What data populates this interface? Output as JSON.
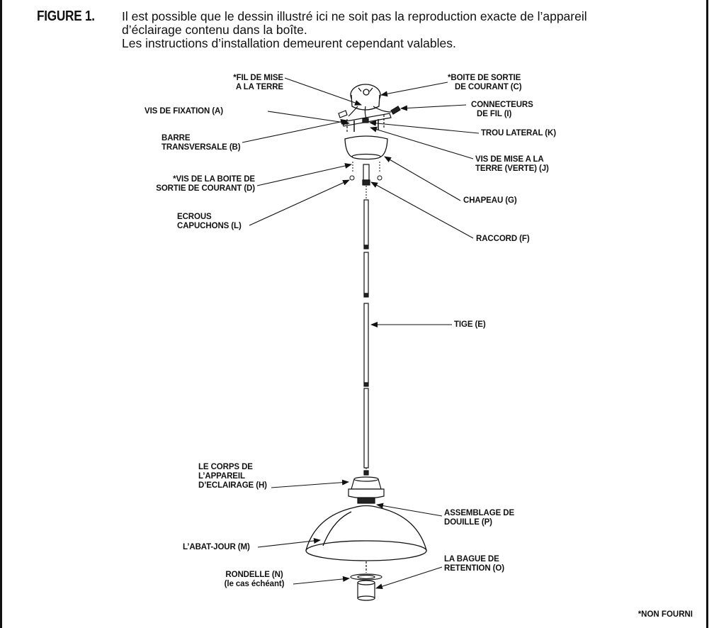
{
  "figure": {
    "number": "FIGURE 1.",
    "caption_line1": "Il est possible que le dessin illustré ici ne soit pas la reproduction exacte de l’appareil",
    "caption_line2": "d’éclairage contenu dans la boîte.",
    "caption_line3": "Les instructions d’installation demeurent cependant valables."
  },
  "labels": {
    "fil_terre_1": "*FIL DE MISE",
    "fil_terre_2": "A LA TERRE",
    "boite_1": "*BOITE DE SORTIE",
    "boite_2": "DE COURANT (C)",
    "vis_fixation": "VIS DE FIXATION (A)",
    "connecteurs_1": "CONNECTEURS",
    "connecteurs_2": "DE FIL (I)",
    "barre_1": "BARRE",
    "barre_2": "TRANSVERSALE (B)",
    "trou": "TROU LATERAL (K)",
    "vis_terre_1": "VIS DE MISE A LA",
    "vis_terre_2": "TERRE (VERTE) (J)",
    "vis_boite_1": "*VIS DE LA BOITE DE",
    "vis_boite_2": "SORTIE DE COURANT (D)",
    "chapeau": "CHAPEAU (G)",
    "ecrous_1": "ECROUS",
    "ecrous_2": "CAPUCHONS (L)",
    "raccord": "RACCORD (F)",
    "tige": "TIGE (E)",
    "corps_1": "LE CORPS DE",
    "corps_2": "L’APPAREIL",
    "corps_3": "D’ECLAIRAGE (H)",
    "douille_1": "ASSEMBLAGE DE",
    "douille_2": "DOUILLE (P)",
    "abat": "L’ABAT-JOUR (M)",
    "bague_1": "LA BAGUE DE",
    "bague_2": "RETENTION (O)",
    "rondelle_1": "RONDELLE (N)",
    "rondelle_2": "(le cas échéant)"
  },
  "footnote": "*NON FOURNI"
}
